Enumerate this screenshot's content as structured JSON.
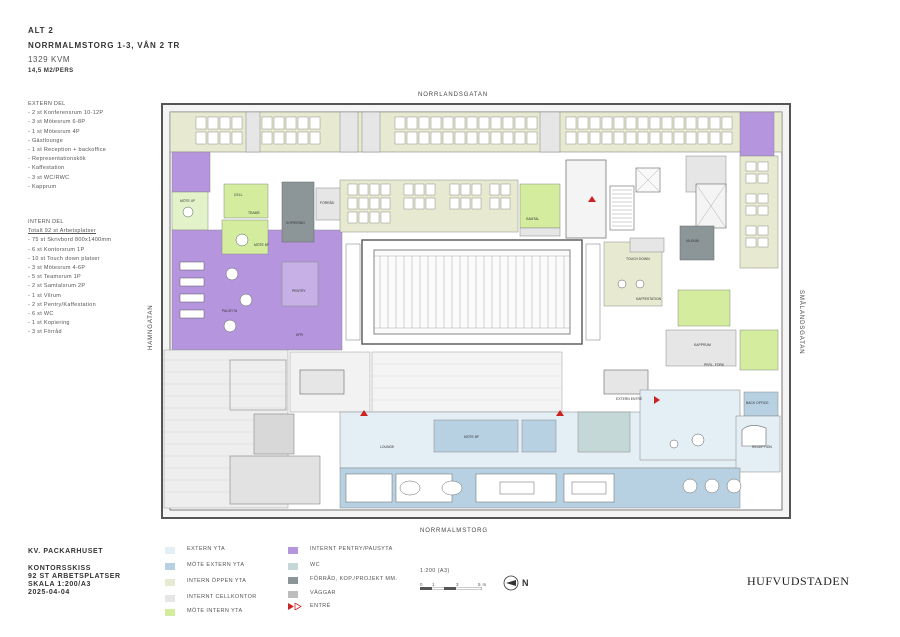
{
  "header": {
    "alt": "ALT 2",
    "title": "NORRMALMSTORG 1-3, VÅN 2 TR",
    "area": "1329 KVM",
    "ratio": "14,5 M2/PERS"
  },
  "extern": {
    "heading": "EXTERN DEL",
    "items": [
      "- 2 st Konferensrum 10-12P",
      "- 3 st Mötesrum 6-8P",
      "- 1 st Mötesrum 4P",
      "- Gästlounge",
      "- 1 st Reception + backoffice",
      "- Representationskök",
      "- Kaffestation",
      "- 3 st WC/RWC",
      "- Kapprum"
    ]
  },
  "intern": {
    "heading": "INTERN DEL",
    "total": "Totalt 92 st Arbetsplatser",
    "items": [
      "- 75 st Skrivbord 800x1400mm",
      "- 6 st Kontorsrum 1P",
      "- 10 st Touch down platser",
      "- 3 st Mötesrum 4-6P",
      "- 5 st Teamsrum 1P",
      "- 2 st Samtalsrum 2P",
      "- 1 st Vilrum",
      "- 2 st Pentry/Kaffestation",
      "- 6 st WC",
      "- 1 st Kopiering",
      "- 3 st Förråd"
    ]
  },
  "streets": {
    "north": "NORRLANDSGATAN",
    "south": "NORRMALMSTORG",
    "west": "HAMNGATAN",
    "east": "SMÅLANDSGATAN"
  },
  "plan_labels": {
    "mote_4p": "MÖTE 4P",
    "cell": "CELL",
    "teams": "TEAMS",
    "mote_6p": "MÖTE 6P",
    "pentry": "PENTRY",
    "pausyta": "PAUSYTA",
    "kpr": "KPR",
    "forrad": "FÖRRÅD",
    "kopiering": "KOPIERING",
    "samtal": "SAMTAL",
    "touch_down": "TOUCH DOWN",
    "kaffestation": "KAFFESTATION",
    "kapprum": "KAPPRUM",
    "extern_entre": "EXTERN ENTRÉ",
    "lounge": "LOUNGE",
    "mote_8p": "MÖTE 8P",
    "reception": "RECEPTION",
    "back_office": "BACK OFFICE",
    "vilrum": "VILRUM",
    "perl_fork": "PERL. FÖRK"
  },
  "bottom": {
    "project": "KV. PACKARHUSET",
    "desc": [
      "KONTORSSKISS",
      "92 ST ARBETSPLATSER",
      "SKALA 1:200/A3",
      "2025-04-04"
    ]
  },
  "legend": {
    "col1": [
      {
        "label": "EXTERN YTA",
        "color": "#e3eef5"
      },
      {
        "label": "MÖTE EXTERN YTA",
        "color": "#b7d0e2"
      },
      {
        "label": "INTERN ÖPPEN YTA",
        "color": "#e7ead0"
      },
      {
        "label": "INTERNT CELLKONTOR",
        "color": "#e6e6e6"
      },
      {
        "label": "MÖTE INTERN YTA",
        "color": "#d3ec9e"
      }
    ],
    "col2": [
      {
        "label": "INTERNT PENTRY/PAUSYTA",
        "color": "#b596de"
      },
      {
        "label": "WC",
        "color": "#c5d8d8"
      },
      {
        "label": "FÖRRÅD, KOP./PROJEKT MM.",
        "color": "#8c9699"
      },
      {
        "label": "VÄGGAR",
        "color": "#bdbdbd"
      },
      {
        "label": "ENTRÉ",
        "color": "#cc2222"
      }
    ]
  },
  "scale": {
    "label": "1:200 (A3)",
    "ticks": [
      "0",
      "1",
      "3",
      "5 m"
    ]
  },
  "north_arrow": "N",
  "logo": "HUFVUDSTADEN",
  "colors": {
    "extern": "#e3eef5",
    "mote_extern": "#b7d0e2",
    "intern_open": "#e7ead0",
    "cell": "#e6e6e6",
    "mote_intern": "#d3ec9e",
    "pentry": "#b596de",
    "wc": "#c5d8d8",
    "forrad": "#8c9699",
    "wall": "#bdbdbd",
    "entre": "#cc2222"
  }
}
